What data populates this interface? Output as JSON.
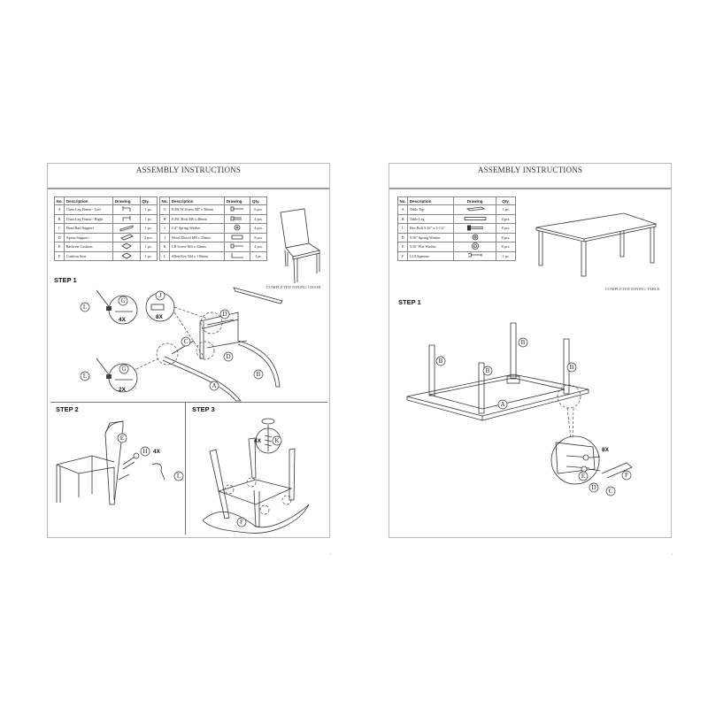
{
  "chair_page": {
    "title": "ASSEMBLY INSTRUCTIONS",
    "parts_headers": [
      "No.",
      "Description",
      "Drawing",
      "Qty."
    ],
    "parts_left": [
      {
        "no": "A",
        "description": "Chair Leg Frame - Left",
        "drawing": "leg-frame-left",
        "qty": "1 pc."
      },
      {
        "no": "B",
        "description": "Chair Leg Frame - Right",
        "drawing": "leg-frame-right",
        "qty": "1 pc."
      },
      {
        "no": "C",
        "description": "Head Rail Support",
        "drawing": "rail",
        "qty": "1 pc."
      },
      {
        "no": "D",
        "description": "Apron Support",
        "drawing": "apron",
        "qty": "2 pcs."
      },
      {
        "no": "E",
        "description": "Backrest Cushion",
        "drawing": "cushion",
        "qty": "1 pc."
      },
      {
        "no": "F",
        "description": "Cushion Seat",
        "drawing": "cushion",
        "qty": "1 pc."
      }
    ],
    "parts_right": [
      {
        "no": "G",
        "description": "JCBCW Screw M7 x 50mm",
        "drawing": "screw",
        "qty": "6 pcs."
      },
      {
        "no": "H",
        "description": "JCBC Bolt M6 x 40mm",
        "drawing": "bolt",
        "qty": "4 pcs."
      },
      {
        "no": "I",
        "description": "1/4\" Spring Washer",
        "drawing": "washer",
        "qty": "4 pcs."
      },
      {
        "no": "J",
        "description": "Wood Dowel M8 x 35mm",
        "drawing": "dowel",
        "qty": "8 pcs."
      },
      {
        "no": "K",
        "description": "CB Screw M4 x 32mm",
        "drawing": "screw",
        "qty": "4 pcs."
      },
      {
        "no": "L",
        "description": "Allen Key M4 x 110mm",
        "drawing": "allen-key",
        "qty": "1 pc."
      }
    ],
    "completed_caption": "COMPLETED DINING CHAIR",
    "steps": [
      {
        "label": "STEP 1",
        "callouts": [
          "L",
          "G",
          "J",
          "D",
          "C",
          "D",
          "B",
          "A",
          "L",
          "G"
        ],
        "multipliers": [
          "4X",
          "8X",
          "2X"
        ]
      },
      {
        "label": "STEP 2",
        "callouts": [
          "E",
          "H",
          "L"
        ],
        "multipliers": [
          "4X"
        ]
      },
      {
        "label": "STEP 3",
        "callouts": [
          "K",
          "F"
        ],
        "multipliers": [
          "4X"
        ]
      }
    ]
  },
  "table_page": {
    "title": "ASSEMBLY INSTRUCTIONS",
    "parts_headers": [
      "No.",
      "Description",
      "Drawing",
      "Qty."
    ],
    "parts": [
      {
        "no": "A",
        "description": "Table Top",
        "drawing": "table-top",
        "qty": "1 pc."
      },
      {
        "no": "B",
        "description": "Table Leg",
        "drawing": "table-leg",
        "qty": "4 pcs."
      },
      {
        "no": "C",
        "description": "Hex Bolt 5/16\" x 2-1/2\"",
        "drawing": "hex-bolt",
        "qty": "8 pcs."
      },
      {
        "no": "D",
        "description": "5/16\" Spring Washer",
        "drawing": "spring-washer",
        "qty": "8 pcs."
      },
      {
        "no": "E",
        "description": "5/16\" Flat Washer",
        "drawing": "flat-washer",
        "qty": "8 pcs."
      },
      {
        "no": "F",
        "description": "12.8 Spanner",
        "drawing": "spanner",
        "qty": "1 pc."
      }
    ],
    "completed_caption": "COMPLETED DINING TABLE",
    "steps": [
      {
        "label": "STEP 1",
        "callouts": [
          "B",
          "B",
          "B",
          "B",
          "A",
          "E",
          "D",
          "C",
          "F"
        ],
        "multipliers": [
          "8X"
        ]
      }
    ]
  }
}
